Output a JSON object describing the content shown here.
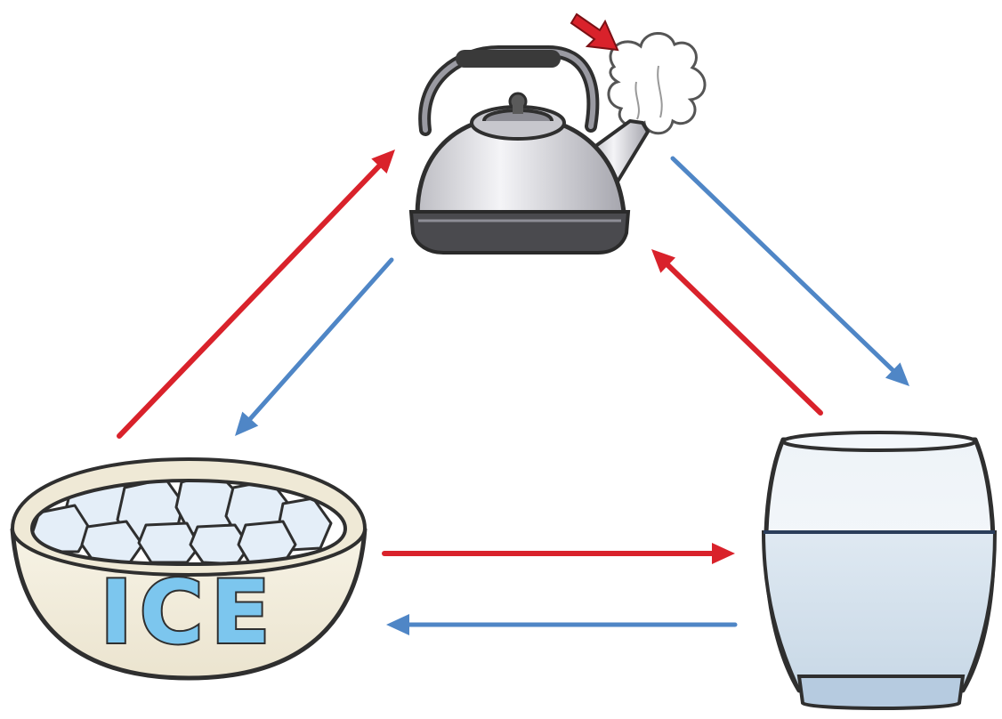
{
  "diagram": {
    "nodes": {
      "kettle": {
        "icon": "kettle-steam-icon"
      },
      "ice_bowl": {
        "icon": "ice-bowl-icon",
        "label": "ICE"
      },
      "water_glass": {
        "icon": "water-glass-icon"
      }
    },
    "arrows": [
      {
        "from": "ice_bowl",
        "to": "kettle",
        "color": "#d9222b"
      },
      {
        "from": "kettle",
        "to": "ice_bowl",
        "color": "#4f86c6"
      },
      {
        "from": "kettle",
        "to": "water_glass",
        "color": "#4f86c6"
      },
      {
        "from": "water_glass",
        "to": "kettle",
        "color": "#d9222b"
      },
      {
        "from": "ice_bowl",
        "to": "water_glass",
        "color": "#d9222b"
      },
      {
        "from": "water_glass",
        "to": "ice_bowl",
        "color": "#4f86c6"
      }
    ],
    "colors": {
      "heating": "#d9222b",
      "cooling": "#4f86c6",
      "ice_label": "#7cc6ee"
    }
  }
}
